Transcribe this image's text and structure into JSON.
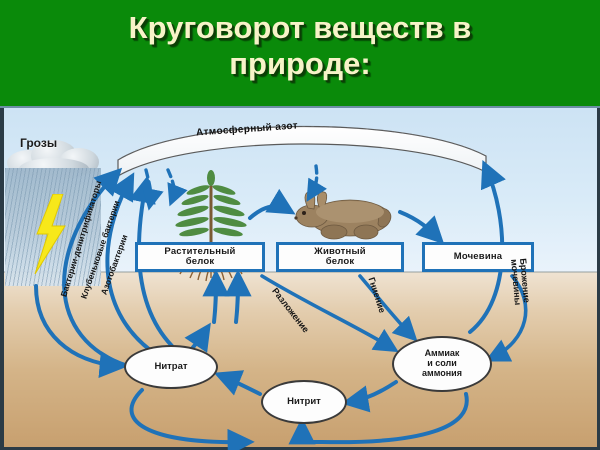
{
  "slide": {
    "title": "Круговорот веществ в\nприроде:",
    "title_color": "#f7f3c8",
    "band_color": "#0a8a0a"
  },
  "figure": {
    "sky_color": "#cfe4f5",
    "soil_color": "#d4b488",
    "arrow_color": "#1f72b8",
    "banner": {
      "label": "Атмосферный азот"
    },
    "weather": {
      "label": "Грозы"
    },
    "boxes": [
      {
        "id": "plant-protein",
        "label": "Растительный\nбелок"
      },
      {
        "id": "animal-protein",
        "label": "Животный\nбелок"
      },
      {
        "id": "urea",
        "label": "Мочевина"
      }
    ],
    "ellipses": [
      {
        "id": "nitrate",
        "label": "Нитрат"
      },
      {
        "id": "nitrite",
        "label": "Нитрит"
      },
      {
        "id": "ammonia",
        "label": "Аммиак\nи соли\nаммония"
      }
    ],
    "bacteria_labels": [
      {
        "id": "denitrifying",
        "label": "Бактерии-денитрификаторы"
      },
      {
        "id": "nodule",
        "label": "Клубеньковые бактерии"
      },
      {
        "id": "azotobacter",
        "label": "Азотобактерии"
      }
    ],
    "process_labels": [
      {
        "id": "decomposition",
        "label": "Разложение"
      },
      {
        "id": "putrefaction",
        "label": "Гниение"
      },
      {
        "id": "urea-fermentation",
        "label": "Брожение\nмочевины"
      }
    ],
    "illustrations": [
      {
        "id": "plant",
        "name": "green-plant-with-roots"
      },
      {
        "id": "rabbit",
        "name": "brown-rabbit"
      },
      {
        "id": "lightning",
        "name": "lightning-bolt"
      },
      {
        "id": "raincloud",
        "name": "rain-cloud"
      }
    ]
  }
}
